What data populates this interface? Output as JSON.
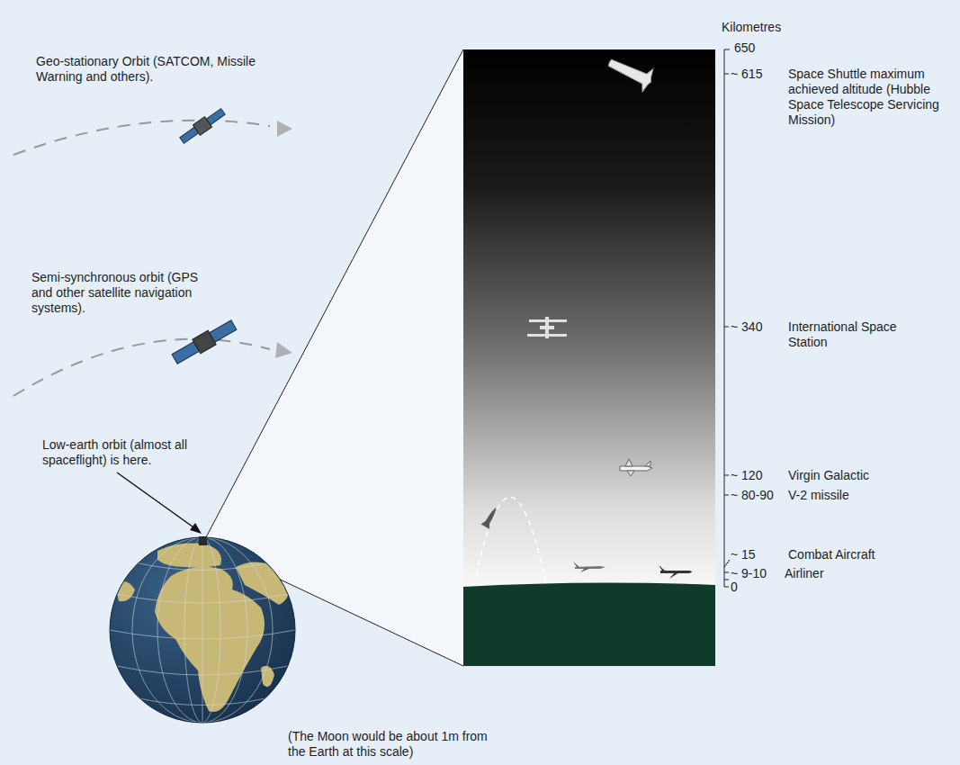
{
  "diagram": {
    "labels": [
      "Kilometres",
      "650",
      "~ 615",
      "Space Shuttle maximum achieved altitude (Hubble Space Telescope Servicing Mission)",
      "Geo-stationary Orbit (SATCOM, Missile Warning and others).",
      "Semi-synchronous orbit (GPS and other satellite navigation systems).",
      "~ 340",
      "International Space Station",
      "Low-earth orbit (almost all spaceflight) is here.",
      "~ 120",
      "Virgin Galactic",
      "~ 80-90",
      "V-2 missile",
      "~ 15",
      "Combat Aircraft",
      "~ 9-10",
      "Airliner",
      "0",
      "(The Moon would be about 1m from the Earth at this scale)"
    ]
  }
}
